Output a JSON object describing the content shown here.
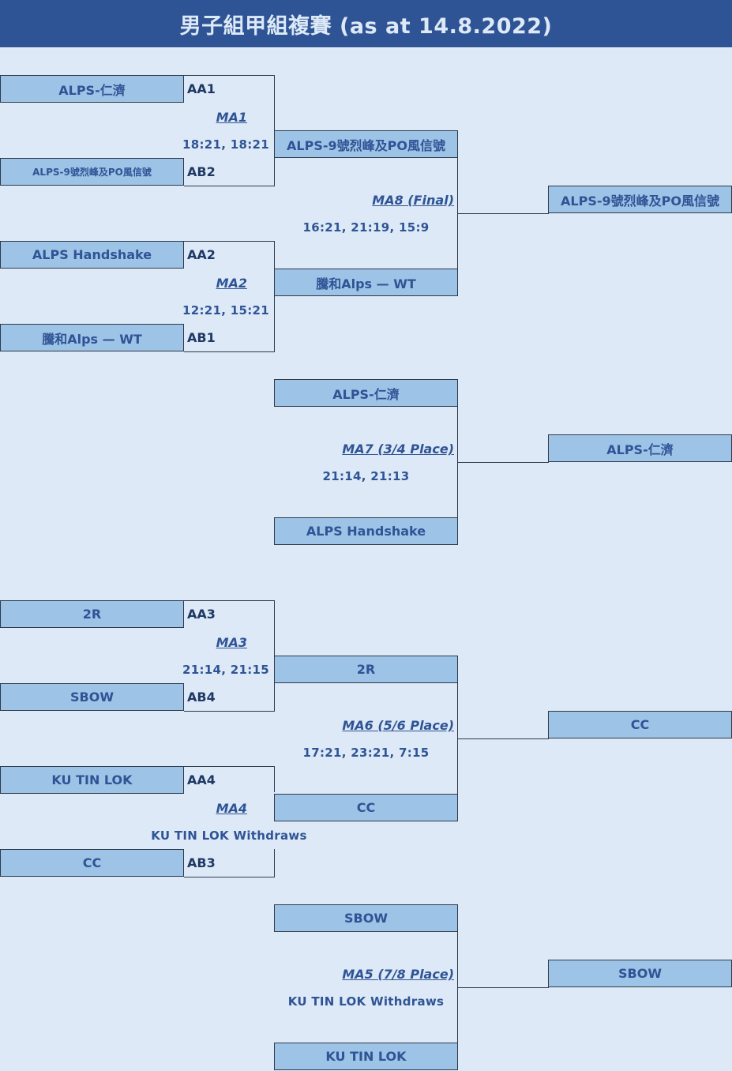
{
  "title": "男子組甲組複賽 (as at 14.8.2022)",
  "colors": {
    "header": "#2f5496",
    "background": "#dde9f6",
    "box": "#9dc3e6",
    "text": "#2f5496"
  },
  "upper_bracket": {
    "ma1": {
      "team1": "ALPS-仁濟",
      "code1": "AA1",
      "match": "MA1",
      "score": "18:21, 18:21",
      "team2": "ALPS-9號烈峰及PO風信號",
      "code2": "AB2"
    },
    "ma2": {
      "team1": "ALPS Handshake",
      "code1": "AA2",
      "match": "MA2",
      "score": "12:21, 15:21",
      "team2": "騰和Alps — WT",
      "code2": "AB1"
    },
    "ma8": {
      "team1": "ALPS-9號烈峰及PO風信號",
      "team2": "騰和Alps — WT",
      "match": "MA8 (Final)",
      "score": "16:21, 21:19, 15:9",
      "winner": "ALPS-9號烈峰及PO風信號"
    },
    "ma7": {
      "team1": "ALPS-仁濟",
      "team2": "ALPS Handshake",
      "match": "MA7 (3/4 Place)",
      "score": "21:14, 21:13",
      "winner": "ALPS-仁濟"
    }
  },
  "lower_bracket": {
    "ma3": {
      "team1": "2R",
      "code1": "AA3",
      "match": "MA3",
      "score": "21:14, 21:15",
      "team2": "SBOW",
      "code2": "AB4"
    },
    "ma4": {
      "team1": "KU TIN LOK",
      "code1": "AA4",
      "match": "MA4",
      "score": "KU TIN LOK Withdraws",
      "team2": "CC",
      "code2": "AB3"
    },
    "ma6": {
      "team1": "2R",
      "team2": "CC",
      "match": "MA6 (5/6 Place)",
      "score": "17:21, 23:21, 7:15",
      "winner": "CC"
    },
    "ma5": {
      "team1": "SBOW",
      "team2": "KU TIN LOK",
      "match": "MA5 (7/8 Place)",
      "score": "KU TIN LOK Withdraws",
      "winner": "SBOW"
    }
  }
}
